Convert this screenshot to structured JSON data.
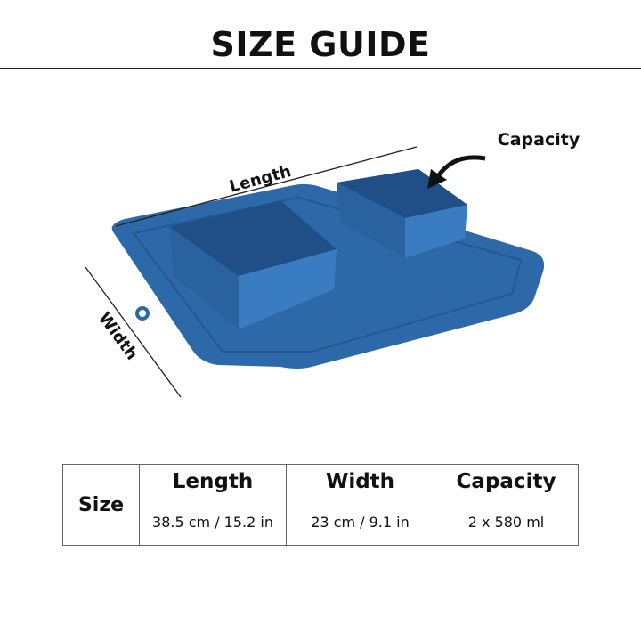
{
  "title": "SIZE GUIDE",
  "labels": {
    "length": "Length",
    "width": "Width",
    "capacity": "Capacity"
  },
  "colors": {
    "product": "#2d68a8",
    "product_dark": "#1f4f86"
  },
  "table": {
    "row_header": "Size",
    "columns": [
      "Length",
      "Width",
      "Capacity"
    ],
    "values": [
      "38.5 cm / 15.2 in",
      "23 cm / 9.1 in",
      "2 x 580 ml"
    ]
  }
}
